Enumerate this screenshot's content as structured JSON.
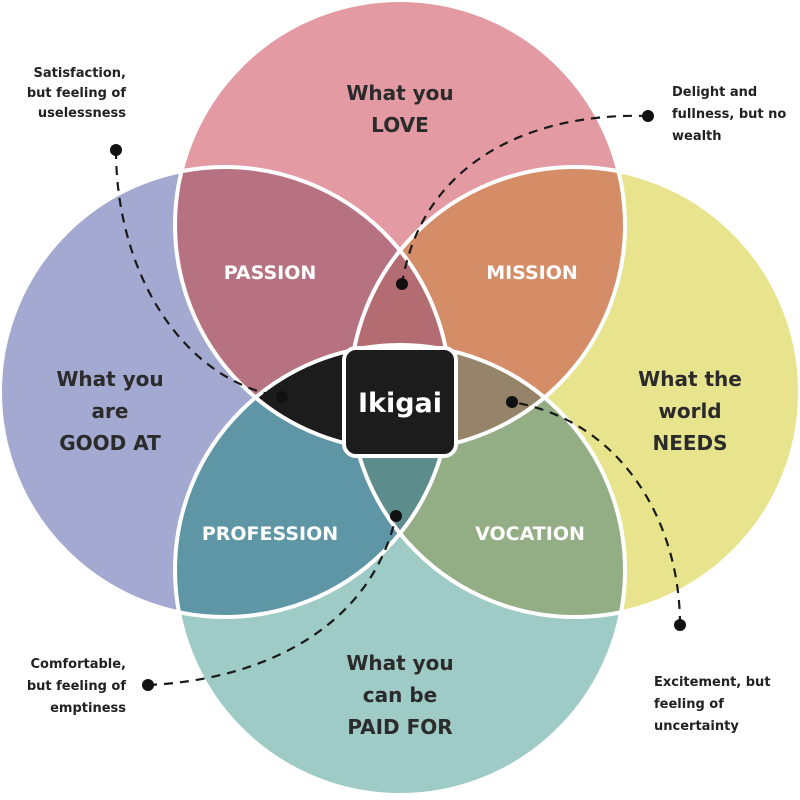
{
  "circles": {
    "love": {
      "lines": [
        "What you",
        "LOVE"
      ],
      "color": "#e39aa2"
    },
    "good_at": {
      "lines": [
        "What you",
        "are",
        "GOOD AT"
      ],
      "color": "#a3a9d1"
    },
    "world_needs": {
      "lines": [
        "What the",
        "world",
        "NEEDS"
      ],
      "color": "#e8e48e"
    },
    "paid_for": {
      "lines": [
        "What you",
        "can be",
        "PAID FOR"
      ],
      "color": "#9fcbc6"
    }
  },
  "regions": {
    "passion": {
      "label": "PASSION",
      "color": "#b77282"
    },
    "mission": {
      "label": "MISSION",
      "color": "#d58d68"
    },
    "profession": {
      "label": "PROFESSION",
      "color": "#5f96a6"
    },
    "vocation": {
      "label": "VOCATION",
      "color": "#93ad85"
    },
    "top_core": {
      "color": "#b36c72"
    },
    "left_core": {
      "color": "#8b7f80"
    },
    "right_core": {
      "color": "#958469"
    },
    "bottom_core": {
      "color": "#5d8c8c"
    }
  },
  "center": {
    "label": "Ikigai",
    "color": "#1c1c1c"
  },
  "annotations": {
    "top_left": [
      "Satisfaction,",
      "but feeling of",
      "uselessness"
    ],
    "top_right": [
      "Delight and",
      "fullness, but no",
      "wealth"
    ],
    "bottom_left": [
      "Comfortable,",
      "but feeling of",
      "emptiness"
    ],
    "bottom_right": [
      "Excitement, but",
      "feeling of",
      "uncertainty"
    ]
  }
}
